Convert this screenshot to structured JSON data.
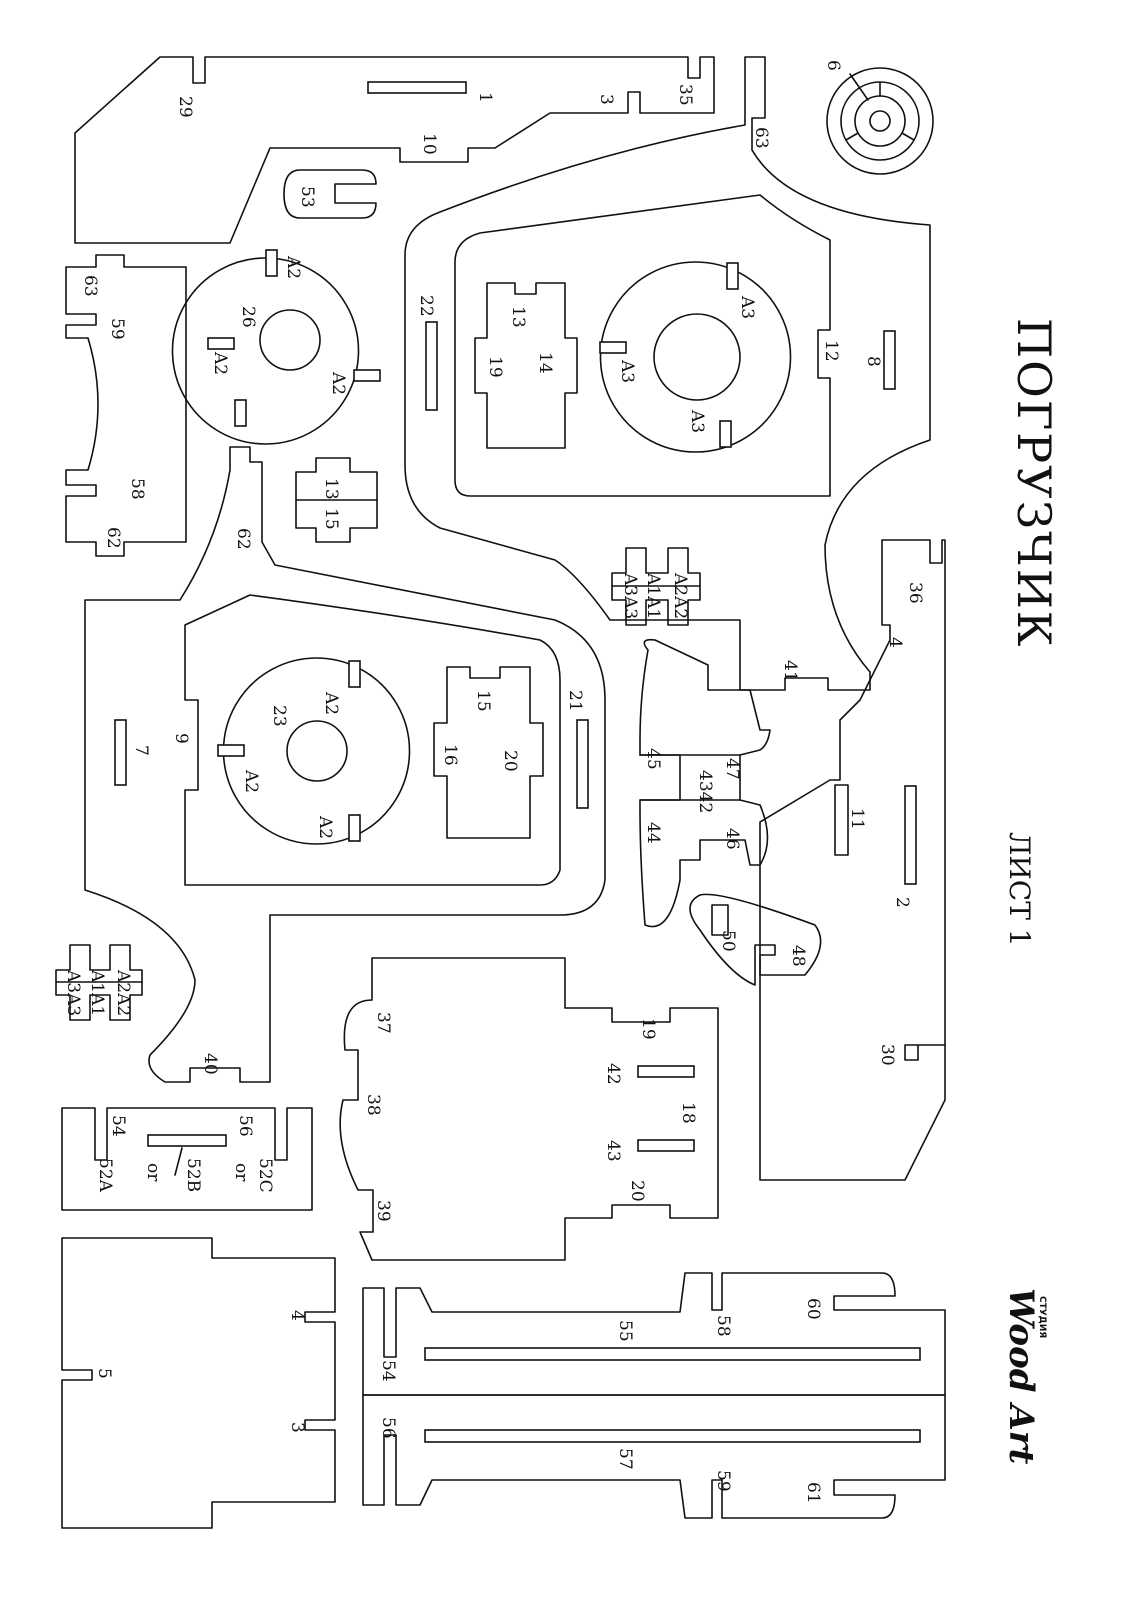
{
  "sheet": {
    "title": "ПОГРУЗЧИК",
    "sheet_label": "ЛИСТ 1",
    "brand": {
      "name": "Wood Art",
      "small": "СТУДИЯ"
    }
  },
  "labels": {
    "p1": "1",
    "p3a": "3",
    "p35": "35",
    "p29": "29",
    "p10": "10",
    "p6": "6",
    "p63a": "63",
    "p53": "53",
    "p63b": "63",
    "p59a": "59",
    "p58a": "58",
    "p62a": "62",
    "p26": "26",
    "a2_26a": "A2",
    "a2_26b": "A2",
    "a2_26c": "A2",
    "p22": "22",
    "p13a": "13",
    "p14": "14",
    "p19a": "19",
    "a3a": "A3",
    "a3b": "A3",
    "a3c": "A3",
    "p12": "12",
    "p8": "8",
    "p13b": "13",
    "p15a": "15",
    "p62b": "62",
    "p9": "9",
    "p7": "7",
    "p23": "23",
    "a2_23a": "A2",
    "a2_23b": "A2",
    "a2_23c": "A2",
    "p15b": "15",
    "p16": "16",
    "p20a": "20",
    "p21": "21",
    "lk1a": "A2A2",
    "lk1b": "A1A1",
    "lk1c": "A3A3",
    "p36": "36",
    "p4a": "4",
    "p41": "41",
    "p45": "45",
    "p47": "47",
    "p4342": "4342",
    "p44": "44",
    "p46": "46",
    "p50": "50",
    "p48": "48",
    "p11": "11",
    "p2": "2",
    "p30": "30",
    "lk2a": "A2A2",
    "lk2b": "A1A1",
    "lk2c": "A3A3",
    "p40": "40",
    "p37": "37",
    "p38": "38",
    "p39": "39",
    "p19b": "19",
    "p42": "42",
    "p18": "18",
    "p43": "43",
    "p20b": "20",
    "p54a": "54",
    "p56a": "56",
    "p52a": "52A",
    "or1": "or",
    "p52b": "52B",
    "or2": "or",
    "p52c": "52C",
    "p4b": "4",
    "p5": "5",
    "p3b": "3",
    "p60": "60",
    "p58b": "58",
    "p55": "55",
    "p54b": "54",
    "p56b": "56",
    "p57": "57",
    "p59b": "59",
    "p61": "61"
  }
}
